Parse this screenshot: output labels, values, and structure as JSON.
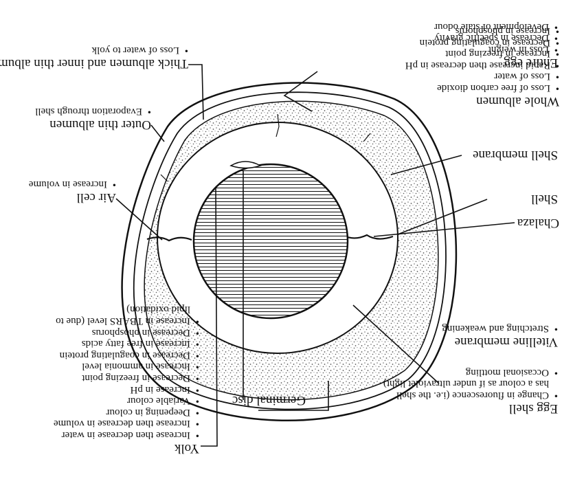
{
  "orientation": "rotated-180",
  "colors": {
    "ink": "#111111",
    "background": "#ffffff",
    "dots": "#555555"
  },
  "labels": {
    "entire_egg": {
      "title": "Entire egg",
      "items": [
        "Loss in weight",
        "Decrease in specific gravity",
        "Development of stale odour"
      ]
    },
    "egg_shell": {
      "title": "Egg shell",
      "items": [
        "Change in fluorescence (i.e. the shell",
        "has a colour as if under ultraviolet light)",
        "Occasional mottling"
      ]
    },
    "vitelline": {
      "title": "Vitelline membrane",
      "items": [
        "Stretching and weakening"
      ]
    },
    "chalaza": {
      "title": "Chalaza"
    },
    "shell": {
      "title": "Shell"
    },
    "shell_membrane": {
      "title": "Shell membrane"
    },
    "whole_albumen": {
      "title": "Whole albumen",
      "items": [
        "Loss of free carbon dioxide",
        "Loss of water",
        "Rapid increase then decrease in pH",
        "Increase in freezing point",
        "Decrease in coagulating protein",
        "Increase in phosphorus"
      ]
    },
    "germinal_disc": {
      "title": "Germinal disc"
    },
    "yolk": {
      "title": "Yolk",
      "items": [
        "Increase then decrease in water",
        "Increase then decrease in volume",
        "Deepening in colour",
        "Variable colour",
        "Increase in pH",
        "Decrease in freezing point",
        "Increase in ammonia level",
        "Decrease in coagulating protein",
        "Increase in free fatty acids",
        "Decrease in phosphorus",
        "Increase in TBARS level (due to",
        "lipid oxidation)"
      ]
    },
    "air_cell": {
      "title": "Air cell",
      "items": [
        "Increase in volume"
      ]
    },
    "outer_thin": {
      "title": "Outer thin albumen",
      "items": [
        "Evaporation through shell"
      ]
    },
    "thick_albumen": {
      "title": "Thick albumen and inner thin albumen",
      "items": [
        "Loss of water to yolk"
      ]
    }
  }
}
